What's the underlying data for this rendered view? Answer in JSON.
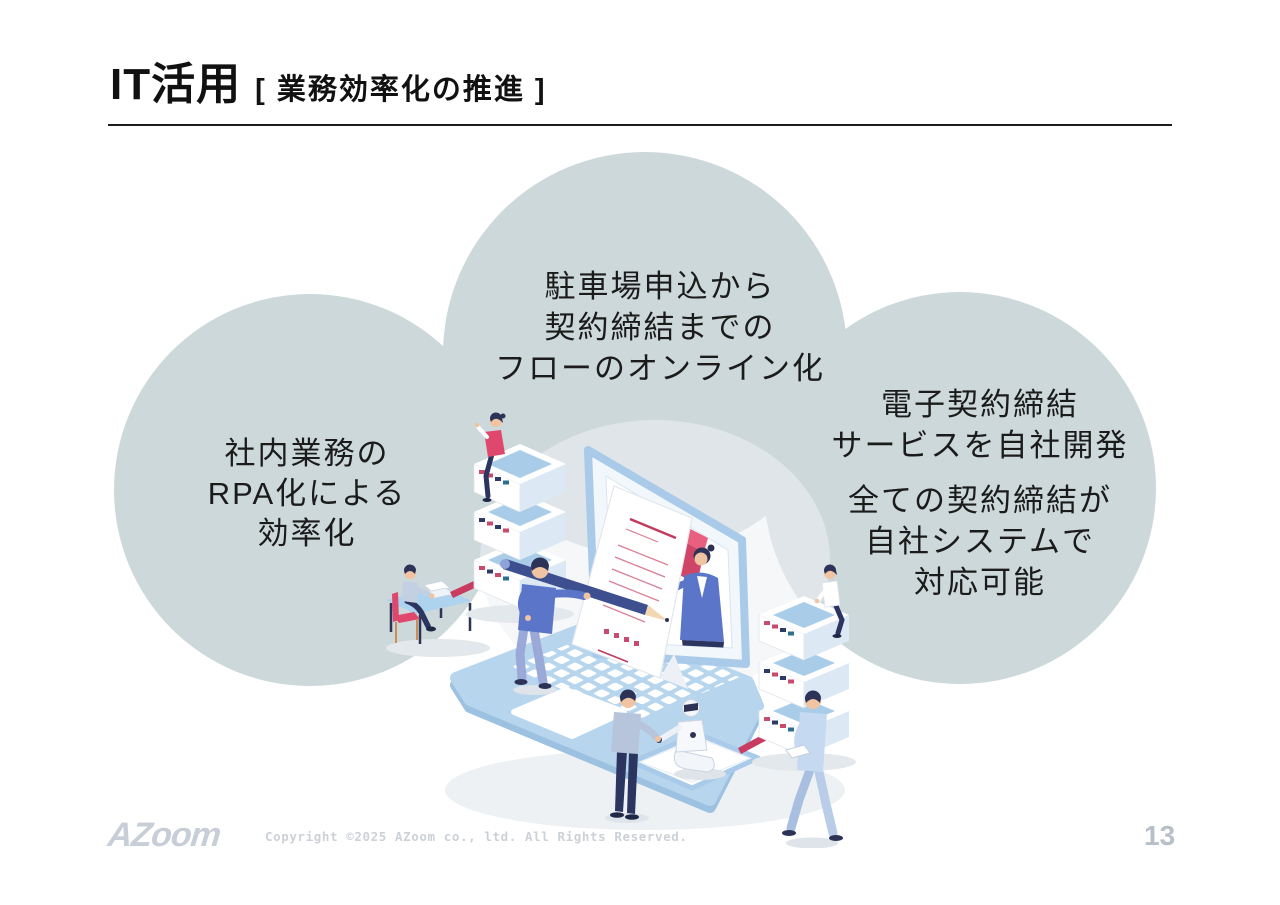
{
  "header": {
    "title": "IT活用",
    "subtitle": "[ 業務効率化の推進 ]"
  },
  "bubbles": {
    "left": {
      "lines": [
        "社内業務の",
        "RPA化による",
        "効率化"
      ]
    },
    "top": {
      "lines": [
        "駐車場申込から",
        "契約締結までの",
        "フローのオンライン化"
      ]
    },
    "right": {
      "group1": [
        "電子契約締結",
        "サービスを自社開発"
      ],
      "group2": [
        "全ての契約締結が",
        "自社システムで",
        "対応可能"
      ]
    }
  },
  "footer": {
    "logo": "AZoom",
    "copyright": "Copyright ©2025 AZoom co., ltd. All Rights Reserved.",
    "page_number": "13"
  },
  "colors": {
    "bubble_fill": "#cdd8da",
    "accent_red": "#d04468",
    "laptop_blue": "#b7d6ee",
    "navy": "#2c3356",
    "text": "#1c1c1c",
    "footer_gray": "#ccd1d7",
    "page_number_gray": "#b7bfc9"
  }
}
